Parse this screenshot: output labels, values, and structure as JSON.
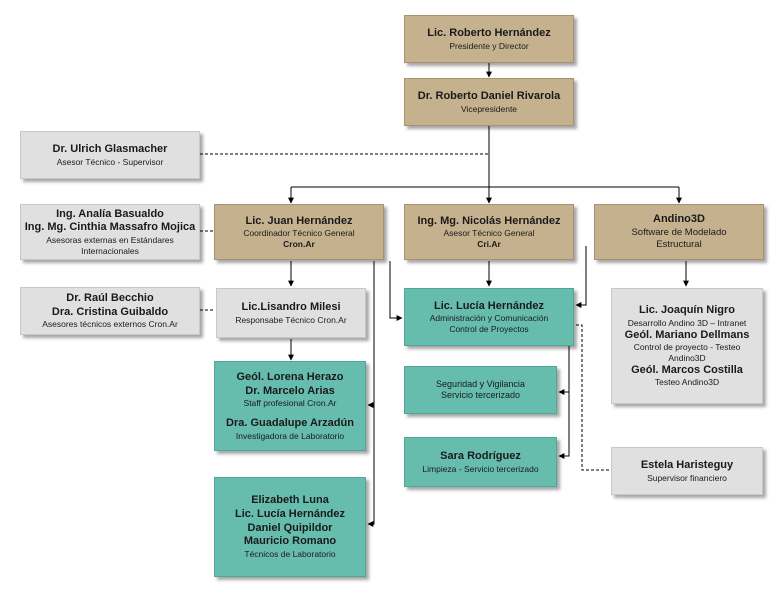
{
  "president": {
    "name": "Lic. Roberto Hernández",
    "role": "Presidente y Director"
  },
  "vice": {
    "name": "Dr. Roberto Daniel Rivarola",
    "role": "Vicepresidente"
  },
  "supervisor": {
    "name": "Dr. Ulrich Glasmacher",
    "role": "Asesor Técnico - Supervisor"
  },
  "asesoras": {
    "name1": "Ing. Analía Basualdo",
    "name2": "Ing. Mg. Cinthia Massafro Mojica",
    "role1": "Asesoras externas en Estándares",
    "role2": "Internacionales"
  },
  "asesores_cron": {
    "name1": "Dr. Raúl Becchio",
    "name2": "Dra. Cristina Guibaldo",
    "role": "Asesores técnicos externos Cron.Ar"
  },
  "juan": {
    "name": "Lic. Juan Hernández",
    "role": "Coordinador Técnico General",
    "org": "Cron.Ar"
  },
  "nicolas": {
    "name": "Ing. Mg. Nicolás Hernández",
    "role": "Asesor Técnico General",
    "org": "Cri.Ar"
  },
  "andino": {
    "name": "Andino3D",
    "role1": "Software de Modelado",
    "role2": "Estructural"
  },
  "lisandro": {
    "name": "Lic.Lisandro Milesi",
    "role": "Responsabe Técnico Cron.Ar"
  },
  "lucia_admin": {
    "name": "Lic. Lucía Hernández",
    "role1": "Administración y Comunicación",
    "role2": "Control de Proyectos"
  },
  "andino_team": {
    "name1": "Lic. Joaquín Nigro",
    "role1": "Desarrollo Andino 3D – Intranet",
    "name2": "Geól. Mariano Dellmans",
    "role2a": "Control de proyecto - Testeo",
    "role2b": "Andino3D",
    "name3": "Geól. Marcos Costilla",
    "role3": "Testeo Andino3D"
  },
  "staff": {
    "name1": "Geól. Lorena Herazo",
    "name2": "Dr. Marcelo Arias",
    "role1": "Staff profesional Cron.Ar",
    "name3": "Dra. Guadalupe Arzadún",
    "role3": "Investigadora de Laboratorio"
  },
  "seguridad": {
    "line1": "Seguridad y Vigilancia",
    "line2": "Servicio tercerizado"
  },
  "sara": {
    "name": "Sara Rodríguez",
    "role": "Limpieza - Servicio tercerizado"
  },
  "estela": {
    "name": "Estela Haristeguy",
    "role": "Supervisor financiero"
  },
  "tecnicos": {
    "name1": "Elizabeth Luna",
    "name2": "Lic. Lucía Hernández",
    "name3": "Daniel Quipildor",
    "name4": "Mauricio Romano",
    "role": "Técnicos de Laboratorio"
  },
  "colors": {
    "tan": "#c6b18e",
    "gray": "#e0e0e0",
    "teal": "#66bdae"
  }
}
